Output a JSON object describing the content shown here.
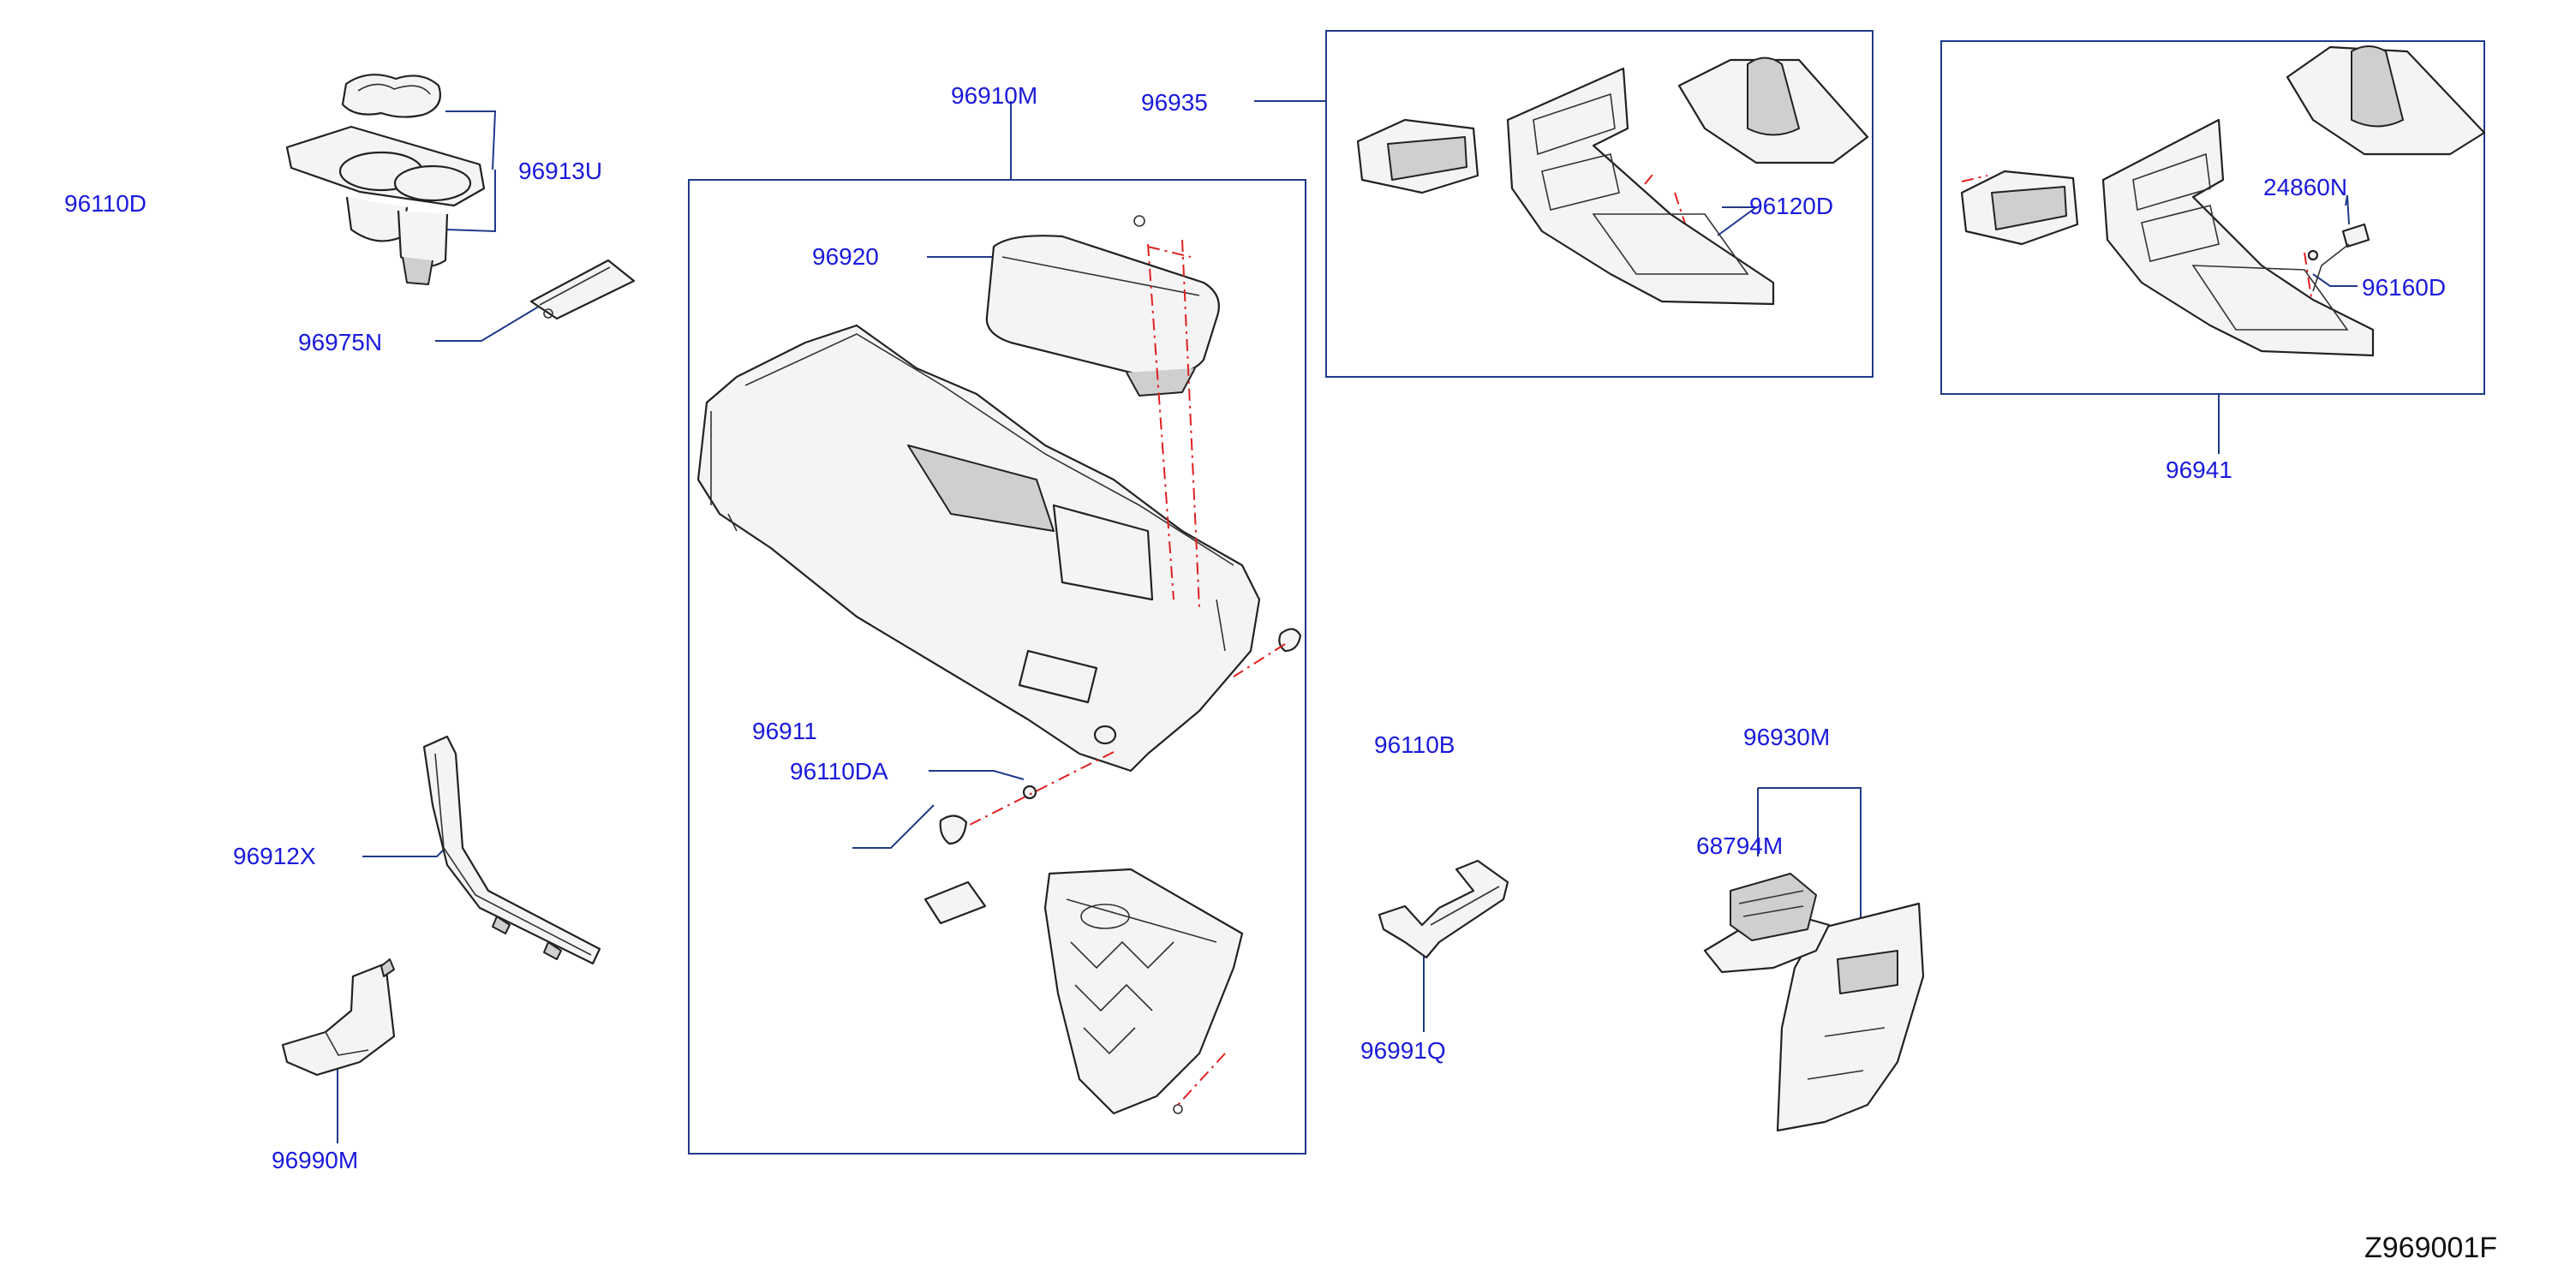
{
  "diagram_code": "Z969001F",
  "callouts": {
    "c96110D": "96110D",
    "c96913U": "96913U",
    "c96975N": "96975N",
    "c96910M": "96910M",
    "c96935": "96935",
    "c96920": "96920",
    "c96120D": "96120D",
    "c24860N": "24860N",
    "c96160D": "96160D",
    "c96941": "96941",
    "c96911": "96911",
    "c96110DA": "96110DA",
    "c96110B": "96110B",
    "c96930M": "96930M",
    "c68794M": "68794M",
    "c96912X": "96912X",
    "c96991Q": "96991Q",
    "c96990M": "96990M"
  },
  "colors": {
    "label": "#1a1adb",
    "leader": "#1f3a8a",
    "assembly_line": "#e02020"
  }
}
